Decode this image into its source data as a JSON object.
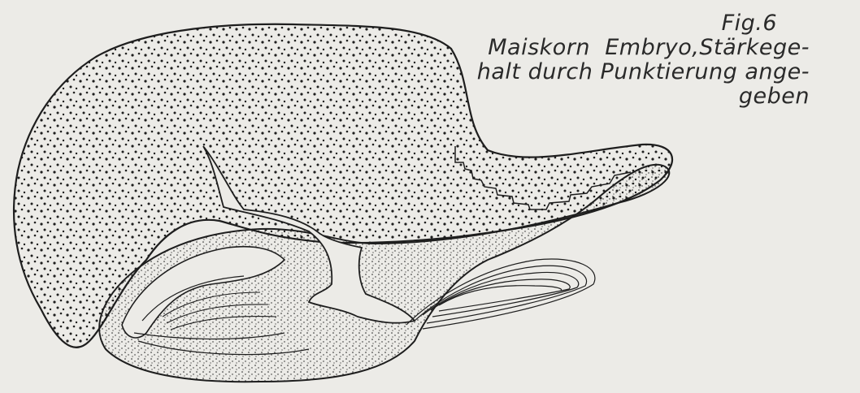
{
  "figure": {
    "number": "Fig.6",
    "caption_lines": [
      "Maiskorn  Embryo,Stärkege-",
      "halt durch Punktierung ange-",
      "geben"
    ]
  },
  "colors": {
    "paper": "#ecebe7",
    "ink": "#1e1e1e"
  }
}
